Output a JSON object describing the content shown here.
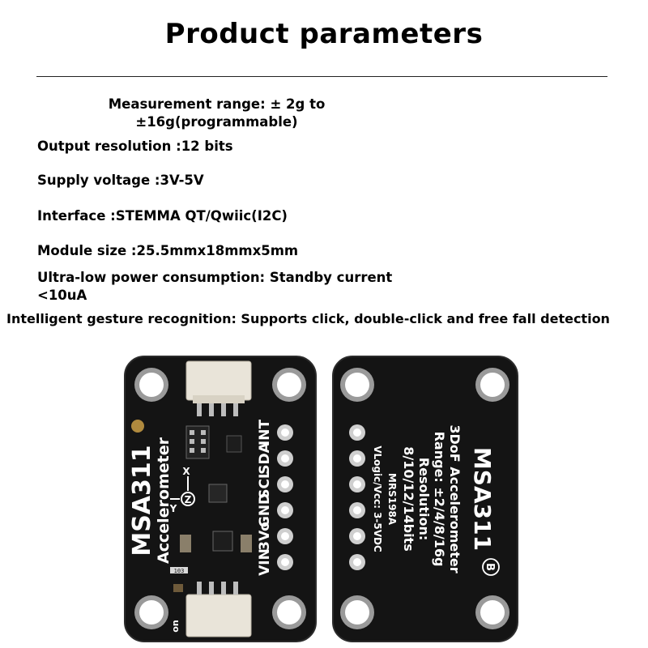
{
  "title": "Product parameters",
  "specs": [
    {
      "line1": "Measurement range: ± 2g to",
      "line2": "±16g(programmable)"
    },
    {
      "line1": "Output resolution :12 bits"
    },
    {
      "line1": "Supply voltage :3V-5V"
    },
    {
      "line1": "Interface :STEMMA QT/Qwiic(I2C)"
    },
    {
      "line1": "Module size :25.5mmx18mmx5mm"
    },
    {
      "line1": "Ultra-low power consumption: Standby current",
      "line2": "<10uA"
    },
    {
      "line1": "Intelligent gesture recognition: Supports click, double-click and free fall detection"
    }
  ],
  "front": {
    "name": "MSA311",
    "subtitle": "Accelerometer",
    "pins": [
      "INT",
      "SDA",
      "SCL",
      "GND",
      "3Vo",
      "VIN"
    ],
    "axis_x": "X",
    "axis_y": "Y",
    "axis_z": "Z",
    "jumper": "on",
    "part": "103"
  },
  "back": {
    "name": "MSA311",
    "line1": "3DoF Accelerometer",
    "line2": "Range: ±2/4/8/16g",
    "line3": "Resolution:",
    "line4": "8/10/12/14bits",
    "line5": "MRS198A",
    "line6": "VLogic/Vcc: 3-5VDC",
    "badge": "B"
  }
}
